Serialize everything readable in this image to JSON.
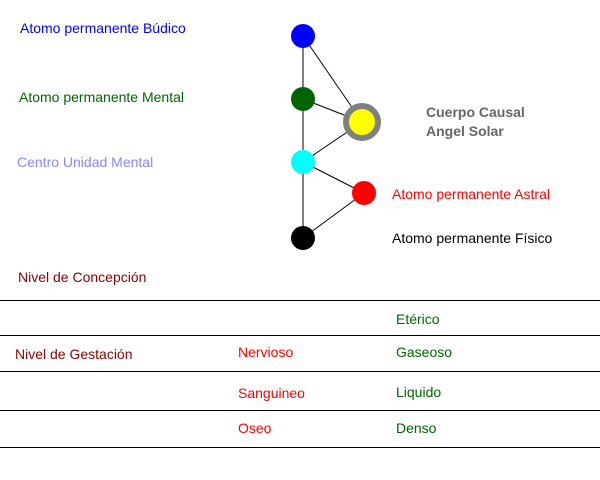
{
  "colors": {
    "budico": "#0000ff",
    "mental": "#006400",
    "unidad": "#00ffff",
    "unidad_text": "#8888ff",
    "astral": "#ff0000",
    "fisico": "#000000",
    "solar_core": "#ffff00",
    "solar_ring": "#808080",
    "causal_text": "#666666",
    "level_text": "#8b0000",
    "mid_text": "#ff0000",
    "right_text": "#006400",
    "line": "#000000"
  },
  "atoms": {
    "budico": "Atomo permanente Búdico",
    "mental": "Atomo permanente Mental",
    "unidad": "Centro Unidad Mental",
    "astral": "Atomo permanente Astral",
    "fisico": "Atomo permanente Físico"
  },
  "causal": {
    "line1": "Cuerpo Causal",
    "line2": "Angel Solar"
  },
  "levels": {
    "concepcion": "Nivel de Concepción",
    "gestacion": "Nivel de Gestación"
  },
  "table": {
    "etherico": "Etérico",
    "nervioso": "Nervioso",
    "gaseoso": "Gaseoso",
    "sanguineo": "Sanguineo",
    "liquido": "Liquido",
    "oseo": "Oseo",
    "denso": "Denso"
  }
}
